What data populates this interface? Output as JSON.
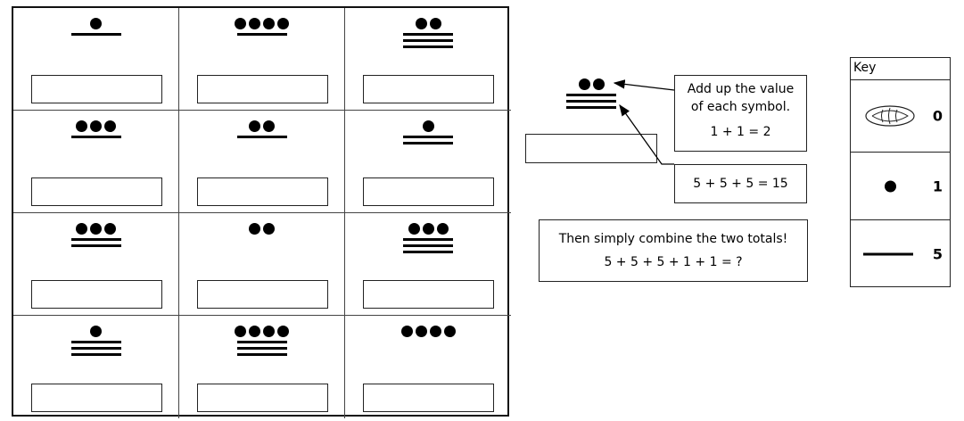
{
  "grid": {
    "cells": [
      {
        "dots": 1,
        "bars": 1,
        "answer": ""
      },
      {
        "dots": 4,
        "bars": 1,
        "answer": ""
      },
      {
        "dots": 2,
        "bars": 3,
        "answer": ""
      },
      {
        "dots": 3,
        "bars": 1,
        "answer": ""
      },
      {
        "dots": 2,
        "bars": 1,
        "answer": ""
      },
      {
        "dots": 1,
        "bars": 2,
        "answer": ""
      },
      {
        "dots": 3,
        "bars": 2,
        "answer": ""
      },
      {
        "dots": 2,
        "bars": 0,
        "answer": ""
      },
      {
        "dots": 3,
        "bars": 3,
        "answer": ""
      },
      {
        "dots": 1,
        "bars": 3,
        "answer": ""
      },
      {
        "dots": 4,
        "bars": 3,
        "answer": ""
      },
      {
        "dots": 4,
        "bars": 0,
        "answer": ""
      }
    ]
  },
  "example": {
    "dots": 2,
    "bars": 3,
    "note1_line1": "Add up the value",
    "note1_line2": "of each symbol.",
    "note1_line3": "1 + 1 = 2",
    "note2": "5 + 5 + 5 = 15",
    "note3_line1": "Then simply combine the two totals!",
    "note3_line2": "5 + 5 + 5 + 1 + 1 = ?"
  },
  "key": {
    "title": "Key",
    "rows": [
      {
        "symbol": "shell-icon",
        "value": "0"
      },
      {
        "symbol": "dot-icon",
        "value": "1"
      },
      {
        "symbol": "bar-icon",
        "value": "5"
      }
    ]
  }
}
